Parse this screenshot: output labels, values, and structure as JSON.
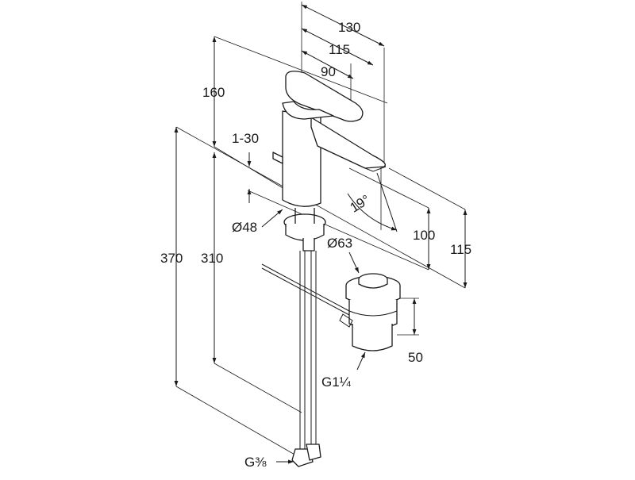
{
  "dimensions": {
    "top_width_130": "130",
    "top_width_115": "115",
    "top_width_90": "90",
    "height_160": "160",
    "range_1_30": "1-30",
    "angle_19": "19°",
    "diameter_48": "Ø48",
    "height_370": "370",
    "height_310": "310",
    "diameter_63": "Ø63",
    "spout_height_100": "100",
    "spout_height_115": "115",
    "waste_height_50": "50",
    "thread_waste": "G1¼",
    "thread_supply": "G⅜"
  },
  "colors": {
    "line": "#1a1a1a",
    "background": "#ffffff"
  }
}
